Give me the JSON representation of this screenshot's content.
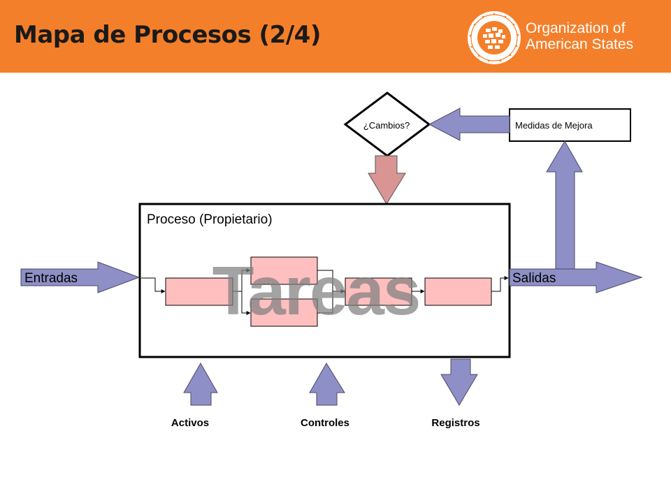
{
  "header": {
    "title": "Mapa de Procesos (2/4)",
    "org_line1": "Organization of",
    "org_line2": "American States",
    "logo": "oas-seal-logo"
  },
  "diagram": {
    "decision": "¿Cambios?",
    "improvement_box": "Medidas de Mejora",
    "process_label": "Proceso (Propietario)",
    "watermark": "Tareas",
    "input": "Entradas",
    "output": "Salidas",
    "bottom_labels": {
      "assets": "Activos",
      "controls": "Controles",
      "records": "Registros"
    }
  },
  "colors": {
    "header_orange": "#f47f2a",
    "arrow_lavender": "#8e8fc6",
    "arrow_rose": "#d99594",
    "task_pink": "#ffbfbf"
  }
}
